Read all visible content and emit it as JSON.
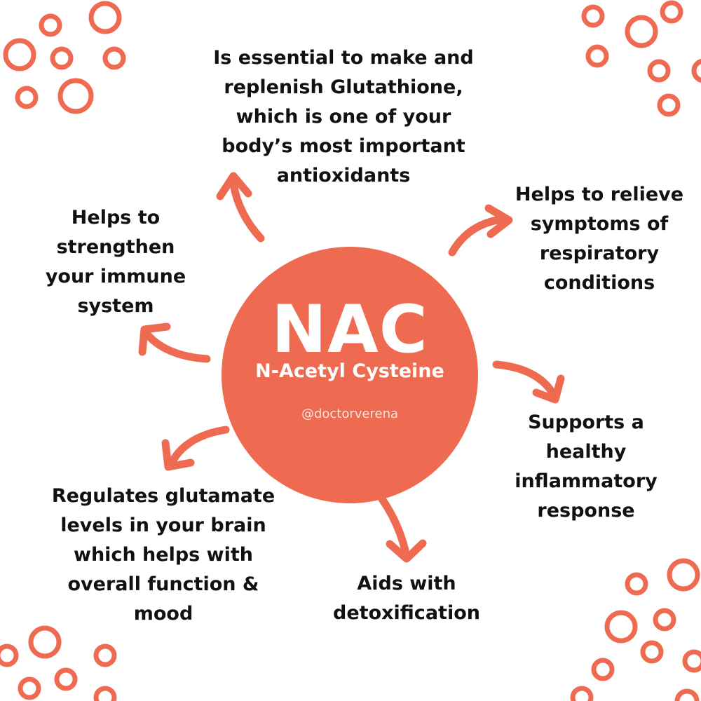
{
  "accent_color": "#ee6a50",
  "center": {
    "title": "NAC",
    "subtitle": "N-Acetyl Cysteine",
    "handle": "@doctorverena"
  },
  "benefits": [
    "Is essential to make and\nreplenish Glutathione,\nwhich is one of your\nbody’s most important\nantioxidants",
    "Helps to relieve\nsymptoms of\nrespiratory\nconditions",
    "Supports a\nhealthy\ninflammatory\nresponse",
    "Aids with\ndetoxification",
    "Regulates glutamate\nlevels in your brain\nwhich helps with\noverall function &\nmood",
    "Helps to\nstrengthen\nyour immune\nsystem"
  ]
}
